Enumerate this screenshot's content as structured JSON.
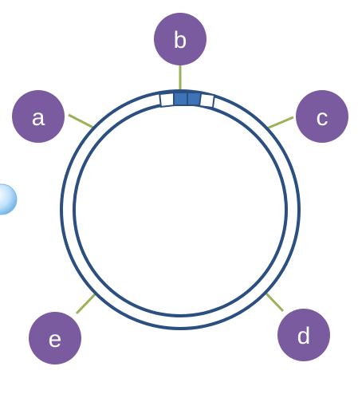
{
  "diagram": {
    "ring_color": "#2b4f80",
    "connector_color": "#9bb25a",
    "node_color": "#7b5ba0",
    "segment_color": "#3f73b8",
    "bubble_color": "#a8d4f5",
    "nodes": [
      {
        "id": "a",
        "label": "a"
      },
      {
        "id": "b",
        "label": "b"
      },
      {
        "id": "c",
        "label": "c"
      },
      {
        "id": "d",
        "label": "d"
      },
      {
        "id": "e",
        "label": "e"
      }
    ]
  }
}
